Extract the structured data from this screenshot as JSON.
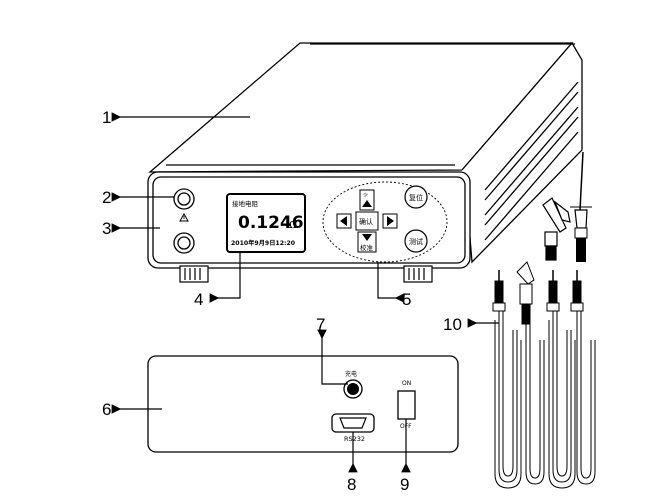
{
  "callouts": {
    "c1": "1",
    "c2": "2",
    "c3": "3",
    "c4": "4",
    "c5": "5",
    "c6": "6",
    "c7": "7",
    "c8": "8",
    "c9": "9",
    "c10": "10"
  },
  "lcd": {
    "title": "接地电阻",
    "value": "0.1246",
    "unit": "Ω",
    "datetime": "2010年9月9日12:20"
  },
  "keypad": {
    "confirm": "确认",
    "reset": "复位",
    "test": "测试",
    "calibrate": "校准",
    "sun_icon": "sun-icon"
  },
  "rear_panel": {
    "charge_label": "充电",
    "port_label": "RS232",
    "switch_on": "ON",
    "switch_off": "OFF"
  },
  "colors": {
    "line": "#000000",
    "fill": "#ffffff"
  }
}
